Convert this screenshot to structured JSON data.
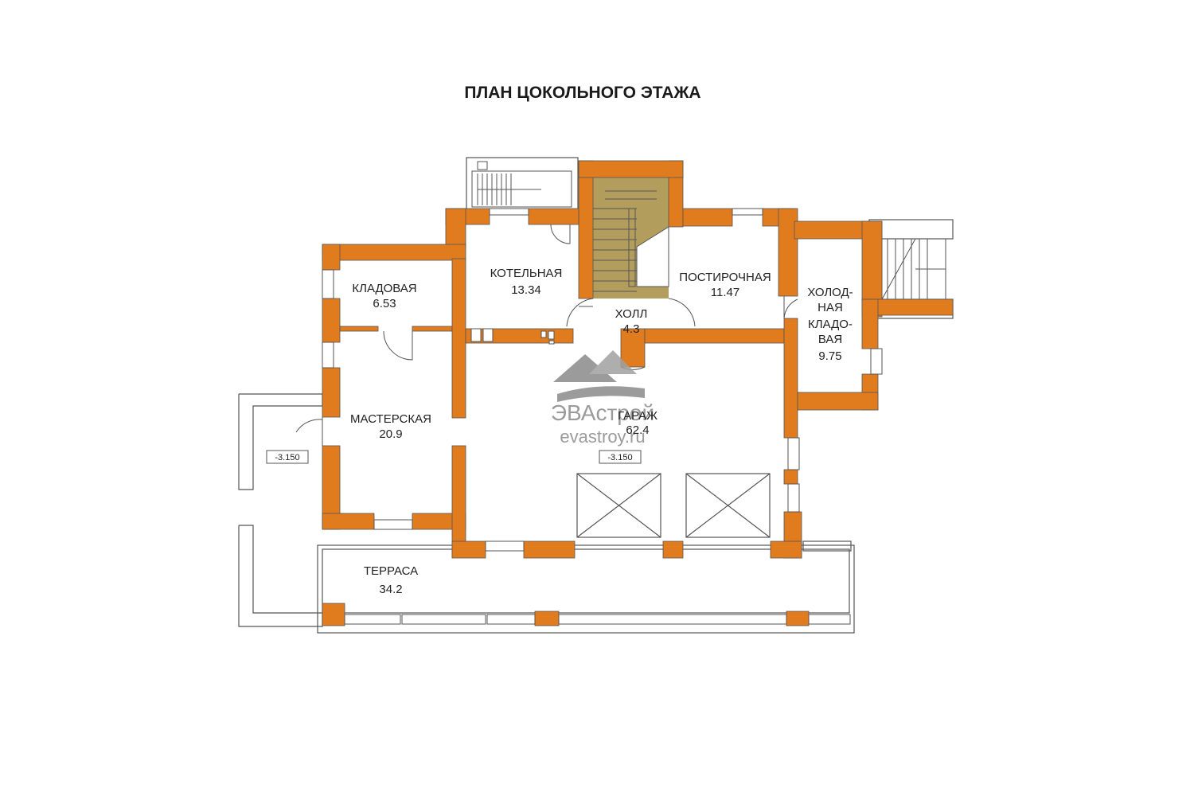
{
  "title": "ПЛАН ЦОКОЛЬНОГО ЭТАЖА",
  "colors": {
    "wall": "#e07b1e",
    "outline": "#555555",
    "stair": "#b39d5c",
    "watermark": "#8a8a8a"
  },
  "rooms": {
    "pantry": {
      "name": "КЛАДОВАЯ",
      "area": "6.53"
    },
    "boiler": {
      "name": "КОТЕЛЬНАЯ",
      "area": "13.34"
    },
    "hall": {
      "name": "ХОЛЛ",
      "area": "4.3"
    },
    "laundry": {
      "name": "ПОСТИРОЧНАЯ",
      "area": "11.47"
    },
    "cold_storage": {
      "name_lines": [
        "ХОЛОД-",
        "НАЯ",
        "КЛАДО-",
        "ВАЯ"
      ],
      "area": "9.75"
    },
    "workshop": {
      "name": "МАСТЕРСКАЯ",
      "area": "20.9"
    },
    "garage": {
      "name": "ГАРАЖ",
      "area": "62.4"
    },
    "terrace": {
      "name": "ТЕРРАСА",
      "area": "34.2"
    }
  },
  "levels": {
    "left": "-3.150",
    "garage": "-3.150"
  },
  "watermark": {
    "brand": "ЭВАстрой",
    "site": "evastroy.ru",
    "icon": "house-logo-icon"
  }
}
